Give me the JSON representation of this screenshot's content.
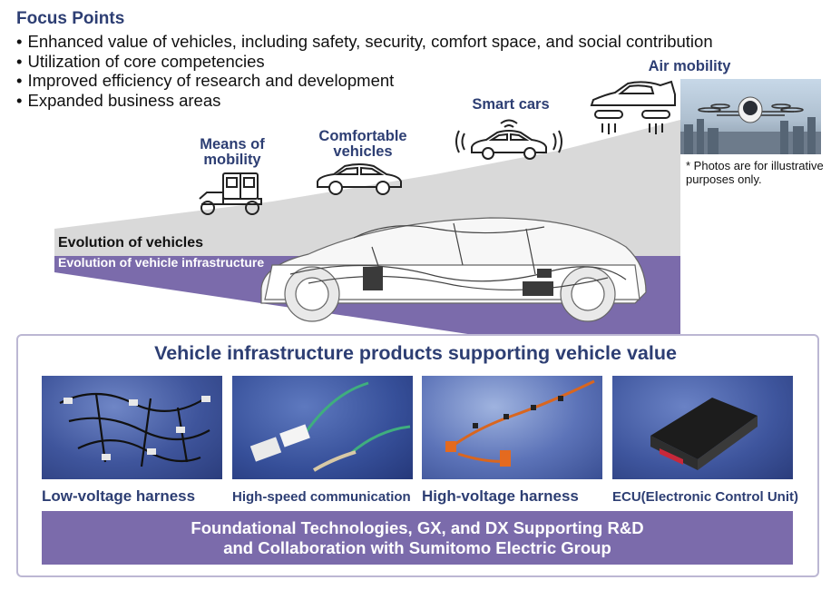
{
  "focus": {
    "title": "Focus Points",
    "items": [
      "Enhanced value of vehicles, including safety, security, comfort space, and social contribution",
      "Utilization of core competencies",
      "Improved efficiency of research and development",
      "Expanded business areas"
    ]
  },
  "evolution": {
    "stages": [
      {
        "label_line1": "Means of",
        "label_line2": "mobility",
        "icon": "vintage-car-icon"
      },
      {
        "label_line1": "Comfortable",
        "label_line2": "vehicles",
        "icon": "sedan-icon"
      },
      {
        "label_line1": "Smart cars",
        "label_line2": "",
        "icon": "connected-car-icon"
      },
      {
        "label_line1": "Air mobility",
        "label_line2": "",
        "icon": "flying-car-icon"
      }
    ],
    "vehicles_label": "Evolution of vehicles",
    "infra_label": "Evolution of vehicle infrastructure",
    "photo_note": "* Photos are for illustrative purposes only."
  },
  "products": {
    "title": "Vehicle infrastructure products supporting vehicle value",
    "items": [
      {
        "label": "Low-voltage harness"
      },
      {
        "label": "High-speed communication"
      },
      {
        "label": "High-voltage harness"
      },
      {
        "label": "ECU(Electronic Control Unit)"
      }
    ]
  },
  "foundation": {
    "line1": "Foundational Technologies, GX, and DX Supporting R&D",
    "line2": "and Collaboration with Sumitomo Electric Group"
  },
  "colors": {
    "navy": "#2d3e73",
    "purple": "#7b6bab",
    "gray_wedge": "#d9d9d9",
    "panel_border": "#bcb7d3"
  }
}
